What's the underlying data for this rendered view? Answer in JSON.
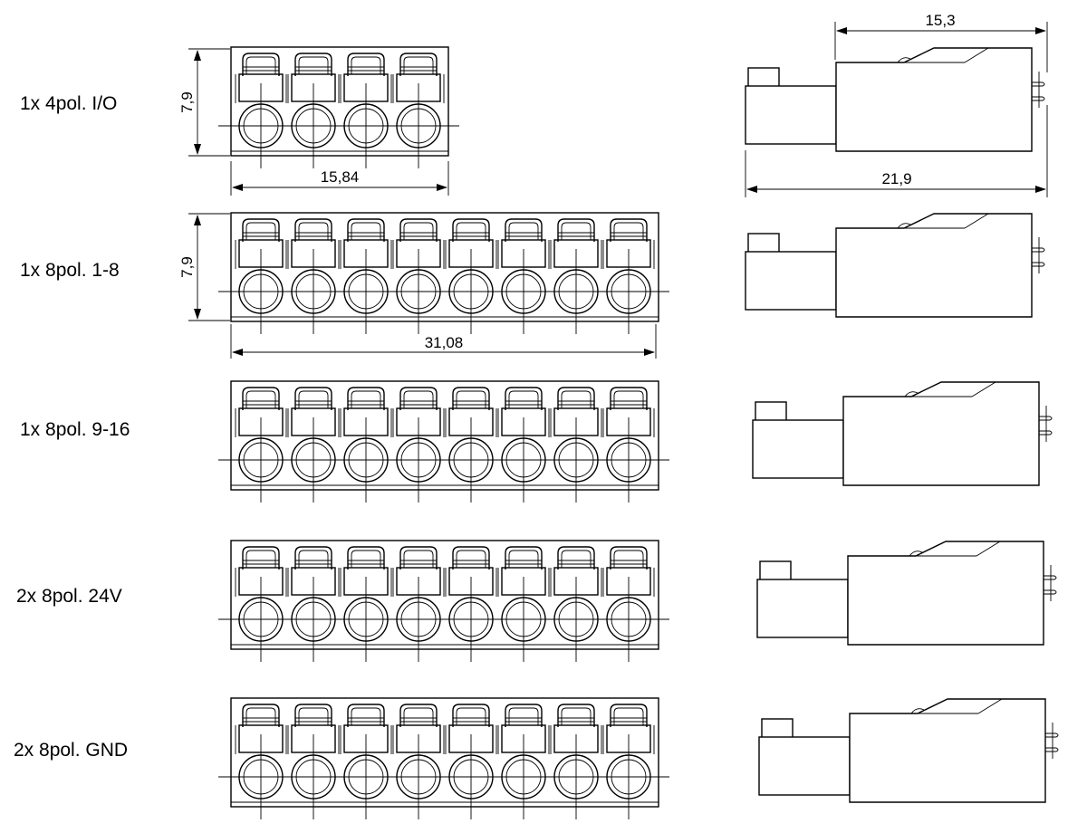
{
  "rows": [
    {
      "label": "1x 4pol. I/O",
      "poles": 4
    },
    {
      "label": "1x 8pol. 1-8",
      "poles": 8
    },
    {
      "label": "1x 8pol. 9-16",
      "poles": 8
    },
    {
      "label": "2x 8pol. 24V",
      "poles": 8
    },
    {
      "label": "2x 8pol. GND",
      "poles": 8
    }
  ],
  "dimensions": {
    "height_4pol": "7,9",
    "width_4pol": "15,84",
    "height_8pol": "7,9",
    "width_8pol": "31,08",
    "side_top": "15,3",
    "side_total": "21,9"
  }
}
